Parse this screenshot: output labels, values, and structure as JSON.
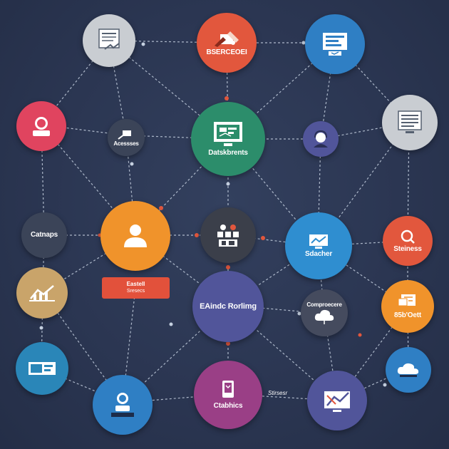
{
  "nodes": {
    "top_left": {
      "label": "",
      "color": "#c9cdd2",
      "icon": "document-icon"
    },
    "top_center": {
      "label": "BSERCEOEI",
      "color": "#e2573d",
      "icon": "tools-icon"
    },
    "top_right": {
      "label": "",
      "color": "#2f7fc4",
      "icon": "monitor-icon"
    },
    "mid_left_pink": {
      "label": "",
      "color": "#e0445f",
      "icon": "user-icon"
    },
    "small_dark_left": {
      "label": "Acessses",
      "color": "#3b4458",
      "icon": "tools-icon"
    },
    "center_green": {
      "label": "Datskbrents",
      "color": "#2c8d6b",
      "icon": "monitor-icon"
    },
    "small_purple": {
      "label": "",
      "color": "#51559a",
      "icon": "headset-icon"
    },
    "right_gray": {
      "label": "",
      "color": "#c9cdd2",
      "icon": "document-icon"
    },
    "left_dark": {
      "label": "Catnaps",
      "color": "#3b4458",
      "icon": ""
    },
    "orange_user": {
      "label": "",
      "color": "#f0932b",
      "icon": "user-icon"
    },
    "center_dark": {
      "label": "",
      "color": "#3b3f4a",
      "icon": "grid-icon"
    },
    "blue_right": {
      "label": "Sdacher",
      "color": "#2f8ed0",
      "icon": "chart-icon"
    },
    "red_right": {
      "label": "Steiness",
      "color": "#e2573d",
      "icon": "search-icon"
    },
    "tan_left": {
      "label": "",
      "color": "#c9a46a",
      "icon": "chart-icon"
    },
    "purple_center": {
      "label": "EAindc Rorlimg",
      "color": "#51559a",
      "icon": ""
    },
    "cloud_dark": {
      "label": "Comproecere",
      "color": "#454b5e",
      "icon": "cloud-icon"
    },
    "orange_right": {
      "label": "85b'Oett",
      "color": "#f0932b",
      "icon": "document-icon"
    },
    "teal_left": {
      "label": "",
      "color": "#2a86b8",
      "icon": "card-icon"
    },
    "blue_bottom_left": {
      "label": "",
      "color": "#2f7fc4",
      "icon": "person-desk-icon"
    },
    "magenta_bottom": {
      "label": "Ctabhics",
      "color": "#9a3f86",
      "icon": "phone-icon"
    },
    "purple_bottom": {
      "label": "",
      "color": "#51559a",
      "icon": "chart-icon"
    },
    "blue_small_right": {
      "label": "",
      "color": "#2f7fc4",
      "icon": "cloud-icon"
    }
  },
  "badge": {
    "title": "Eastell",
    "subtitle": "Sresecs"
  },
  "free_labels": {
    "bottom_connector": "Stirsesr"
  },
  "colors": {
    "background": "#2a3550",
    "edge": "#c5d0e0",
    "dot": "#e2573d"
  }
}
